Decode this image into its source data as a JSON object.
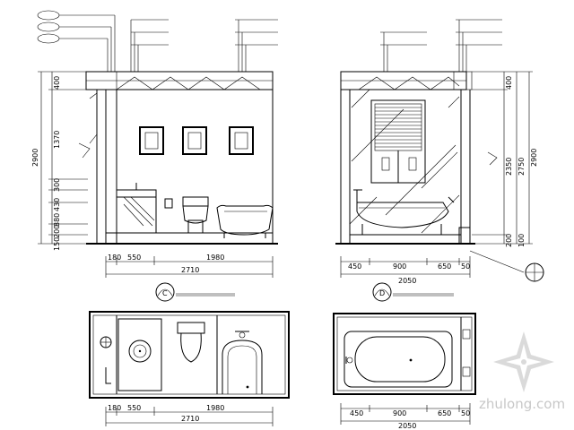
{
  "elevation_left": {
    "vertical_dims": [
      "400",
      "1370",
      "300",
      "430",
      "880",
      "200",
      "150"
    ],
    "overall_height": "2900",
    "horizontal_dims": [
      "180",
      "550",
      "1980"
    ],
    "overall_width": "2710",
    "callout_marker": "C"
  },
  "elevation_right": {
    "vertical_dims_right": [
      "400",
      "2350",
      "200",
      "100"
    ],
    "overall_height_inner": "2750",
    "overall_height": "2900",
    "horizontal_dims": [
      "450",
      "900",
      "650",
      "50"
    ],
    "overall_width": "2050",
    "callout_marker": "D"
  },
  "plan_left": {
    "horizontal_dims": [
      "180",
      "550",
      "1980"
    ],
    "overall_width": "2710"
  },
  "plan_right": {
    "horizontal_dims": [
      "450",
      "900",
      "650",
      "50"
    ],
    "overall_width": "2050"
  },
  "watermark": {
    "text": "zhulong.com",
    "logo_icon": "star-compass-logo-icon"
  }
}
